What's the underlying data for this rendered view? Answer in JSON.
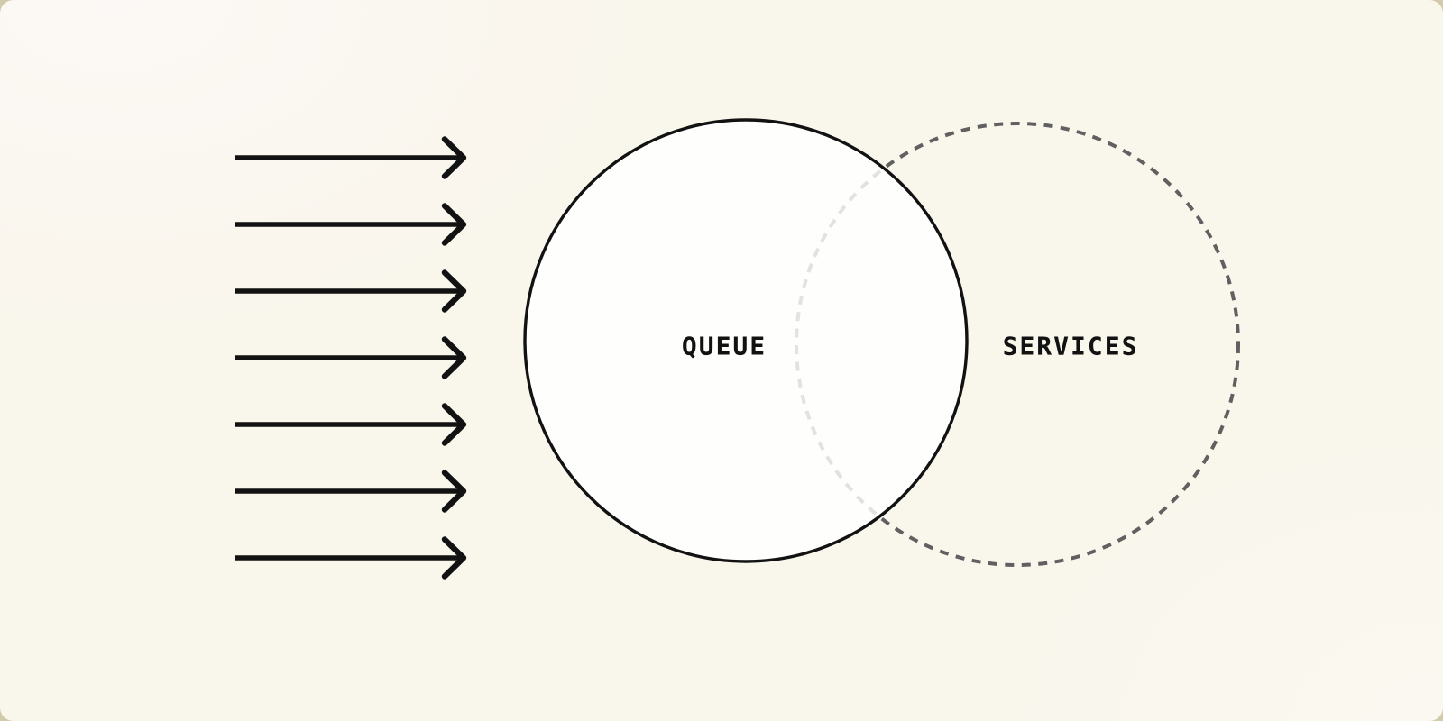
{
  "diagram": {
    "title": "queue-and-services-venn-diagram",
    "queue": {
      "label": "QUEUE",
      "shape": "solid-circle",
      "fill": "#ffffff",
      "stroke": "#121212"
    },
    "services": {
      "label": "SERVICES",
      "shape": "dashed-circle",
      "stroke": "#606060"
    },
    "arrows": {
      "count": 7,
      "meaning": "incoming-requests",
      "direction": "right"
    },
    "colors": {
      "background": "#f9f6ec",
      "background_warm": "#fcf8f5",
      "stroke_dark": "#121212",
      "dashed_stroke": "#606060",
      "frame_behind": "#d2cbab"
    }
  }
}
